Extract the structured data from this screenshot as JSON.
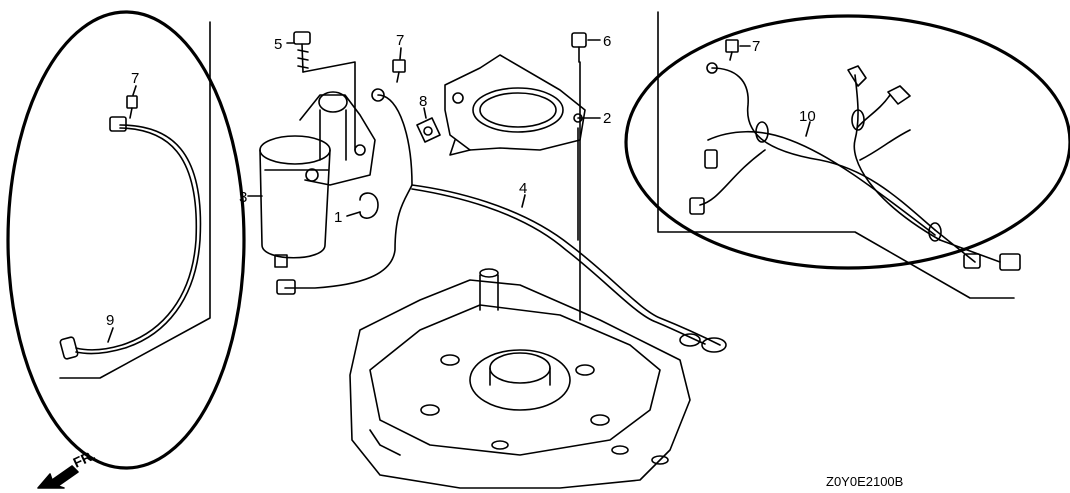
{
  "callouts": {
    "c1": "1",
    "c2": "2",
    "c3": "3",
    "c4": "4",
    "c5": "5",
    "c6": "6",
    "c7_left": "7",
    "c7_mid": "7",
    "c7_right": "7",
    "c8": "8",
    "c9": "9",
    "c10": "10"
  },
  "direction_label": "FR.",
  "diagram_code": "Z0Y0E2100B"
}
